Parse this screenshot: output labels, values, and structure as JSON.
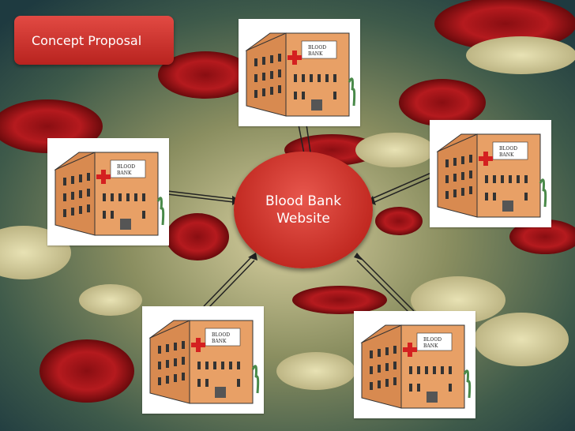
{
  "title": "Concept Proposal",
  "hub": {
    "line1": "Blood Bank",
    "line2": "Website"
  },
  "building_sign": {
    "line1": "BLOOD",
    "line2": "BANK"
  },
  "colors": {
    "accent": "#c8302a",
    "hub": "#d43c33",
    "building": "#e8a066",
    "background": "#5a6a4a"
  }
}
